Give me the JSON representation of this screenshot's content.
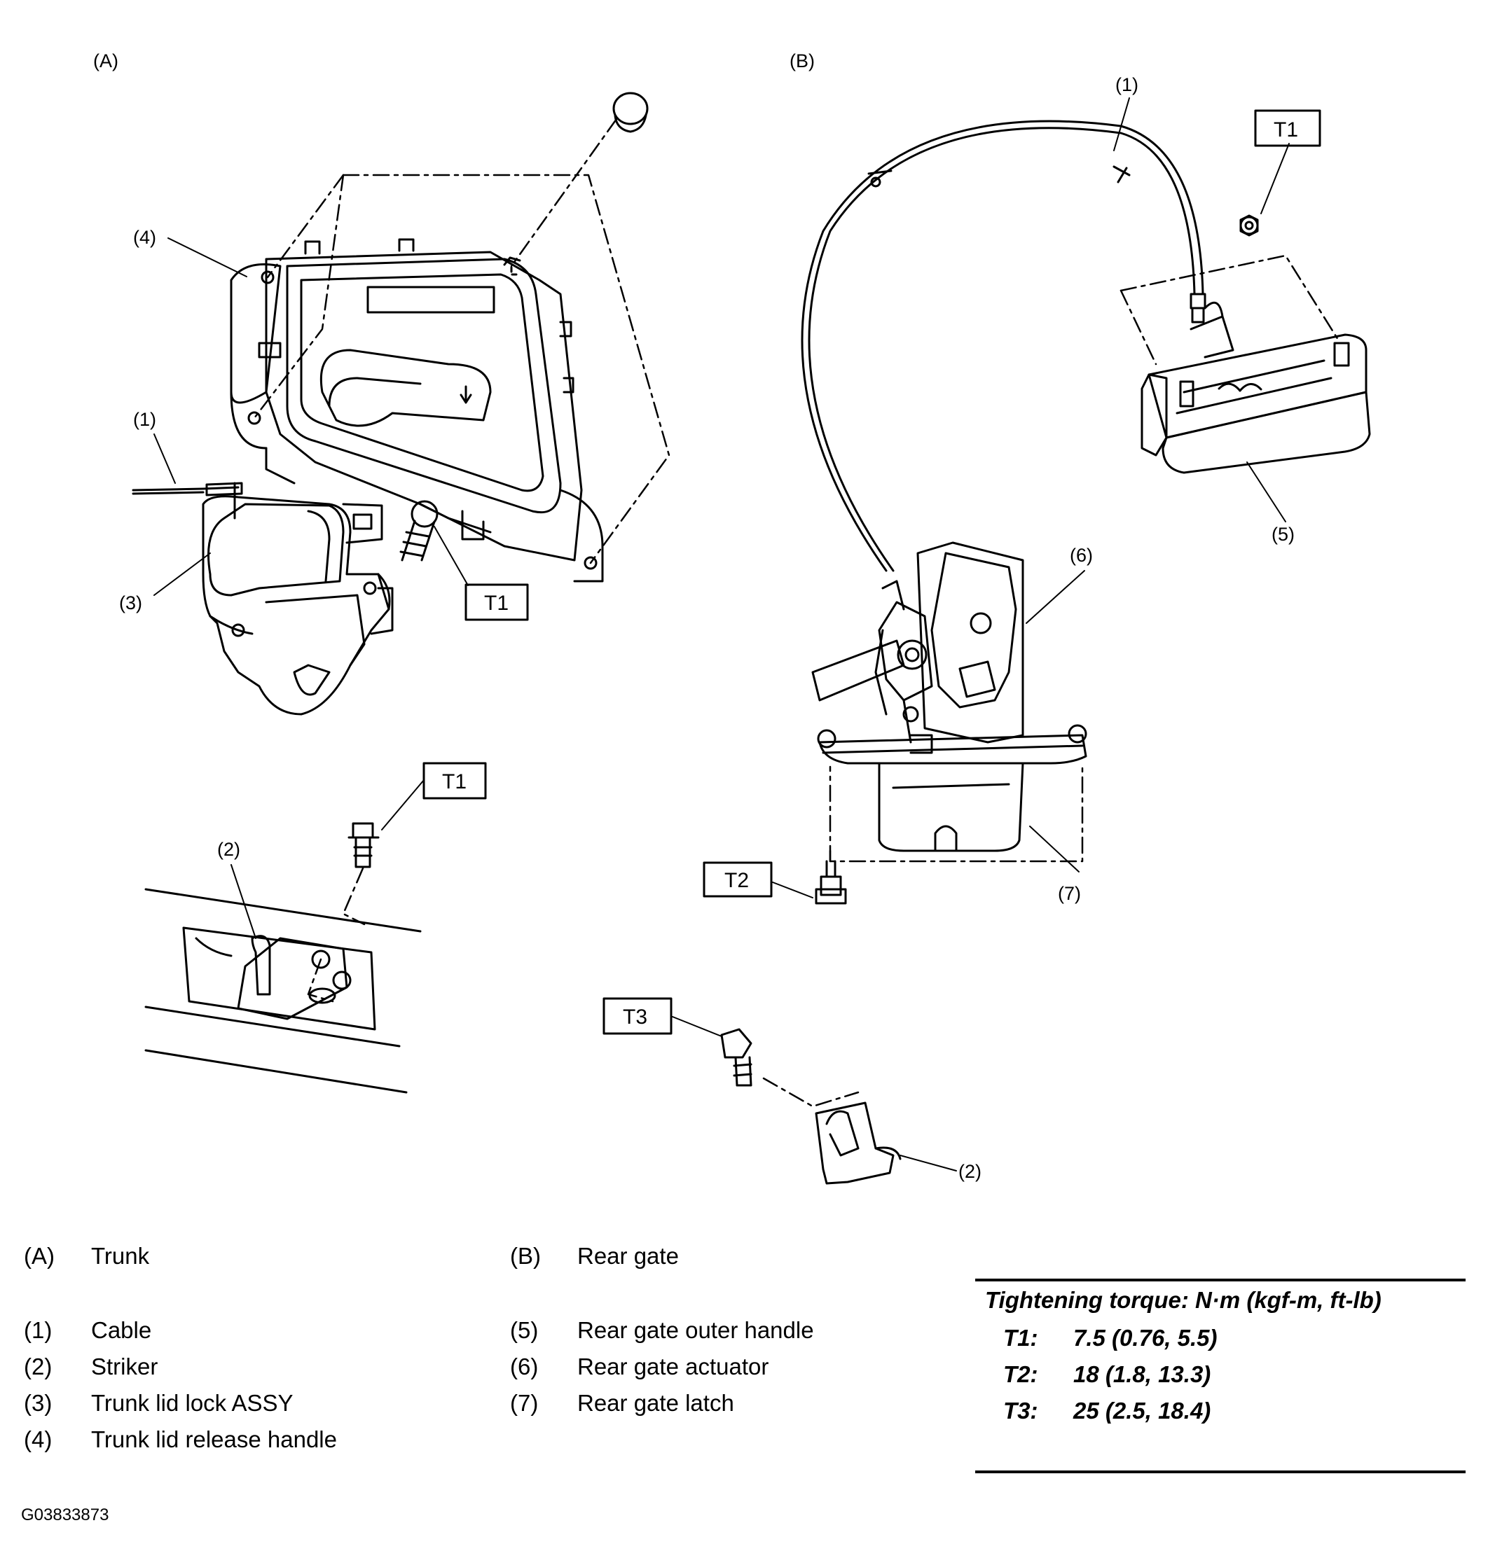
{
  "figure": {
    "section_a_label": "(A)",
    "section_b_label": "(B)",
    "callouts_a": {
      "c1": "(1)",
      "c2": "(2)",
      "c3": "(3)",
      "c4": "(4)",
      "t1_upper": "T1",
      "t1_lower": "T1"
    },
    "callouts_b": {
      "c1": "(1)",
      "c2": "(2)",
      "c5": "(5)",
      "c6": "(6)",
      "c7": "(7)",
      "t1": "T1",
      "t2": "T2",
      "t3": "T3"
    }
  },
  "legend": {
    "section_a": {
      "code": "(A)",
      "label": "Trunk"
    },
    "section_b": {
      "code": "(B)",
      "label": "Rear gate"
    },
    "left_items": [
      {
        "code": "(1)",
        "label": "Cable"
      },
      {
        "code": "(2)",
        "label": "Striker"
      },
      {
        "code": "(3)",
        "label": "Trunk lid lock ASSY"
      },
      {
        "code": "(4)",
        "label": "Trunk lid release handle"
      }
    ],
    "right_items": [
      {
        "code": "(5)",
        "label": "Rear gate outer handle"
      },
      {
        "code": "(6)",
        "label": "Rear gate actuator"
      },
      {
        "code": "(7)",
        "label": "Rear gate latch"
      }
    ]
  },
  "torque_table": {
    "title": "Tightening torque: N·m (kgf-m, ft-lb)",
    "rows": [
      {
        "code": "T1:",
        "value": "7.5 (0.76, 5.5)"
      },
      {
        "code": "T2:",
        "value": "18 (1.8, 13.3)"
      },
      {
        "code": "T3:",
        "value": "25 (2.5, 18.4)"
      }
    ]
  },
  "figure_id": "G03833873"
}
